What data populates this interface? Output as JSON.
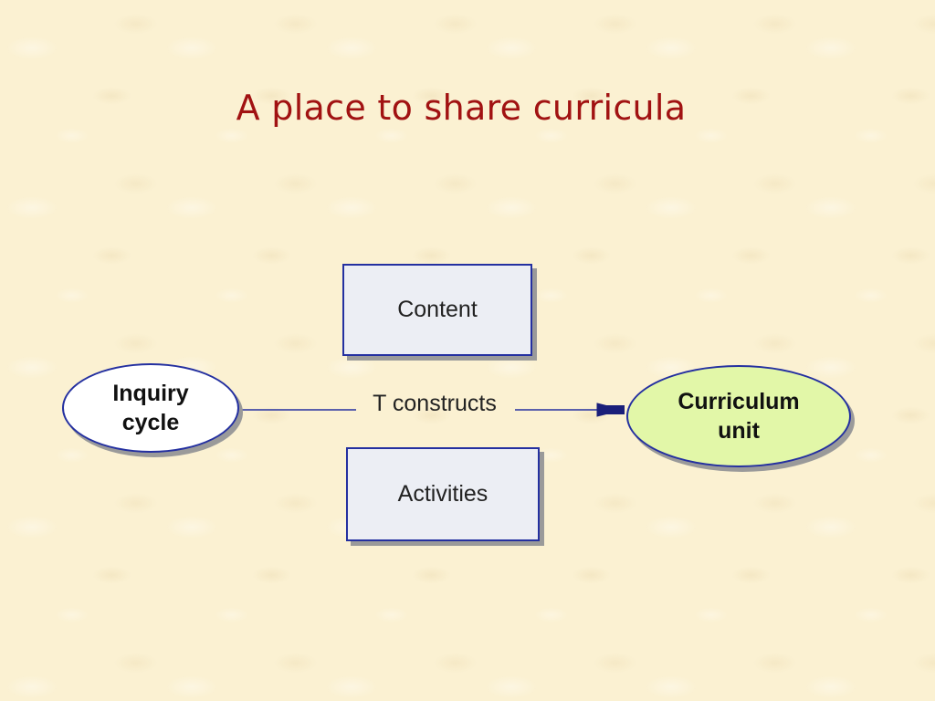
{
  "slide": {
    "title": "A place to share curricula"
  },
  "diagram": {
    "nodes": {
      "inquiry_cycle": {
        "line1": "Inquiry",
        "line2": "cycle",
        "fill": "#ffffff"
      },
      "curriculum_unit": {
        "line1": "Curriculum",
        "line2": "unit",
        "fill": "#e2f7a8"
      },
      "content": {
        "label": "Content"
      },
      "activities": {
        "label": "Activities"
      }
    },
    "edge": {
      "label": "T constructs",
      "from": "Inquiry cycle",
      "to": "Curriculum unit"
    },
    "colors": {
      "title": "#a11212",
      "border": "#2430a0",
      "background": "#fbf1d2"
    }
  }
}
